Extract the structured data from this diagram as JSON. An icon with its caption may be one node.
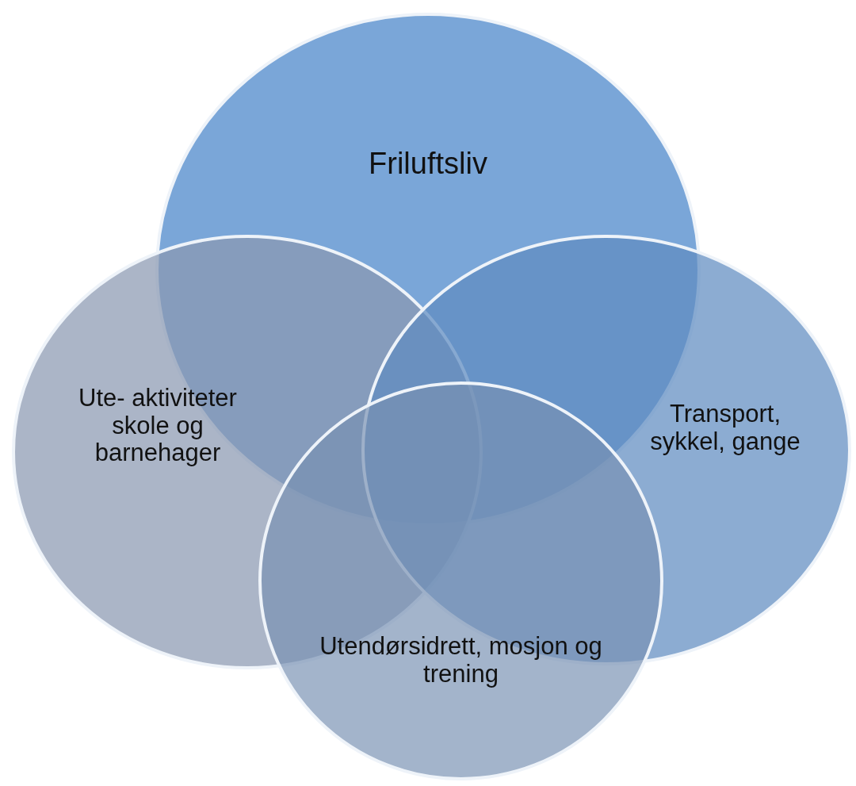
{
  "diagram": {
    "nodes": [
      {
        "text": [
          "Friluftsliv"
        ]
      },
      {
        "text": [
          "Ute- aktiviteter skole og barnehager"
        ]
      },
      {
        "text": [
          "Transport, sykkel, gange"
        ]
      },
      {
        "text": [
          "Utendørsidrett, mosjon og trening"
        ]
      }
    ],
    "edges": []
  }
}
